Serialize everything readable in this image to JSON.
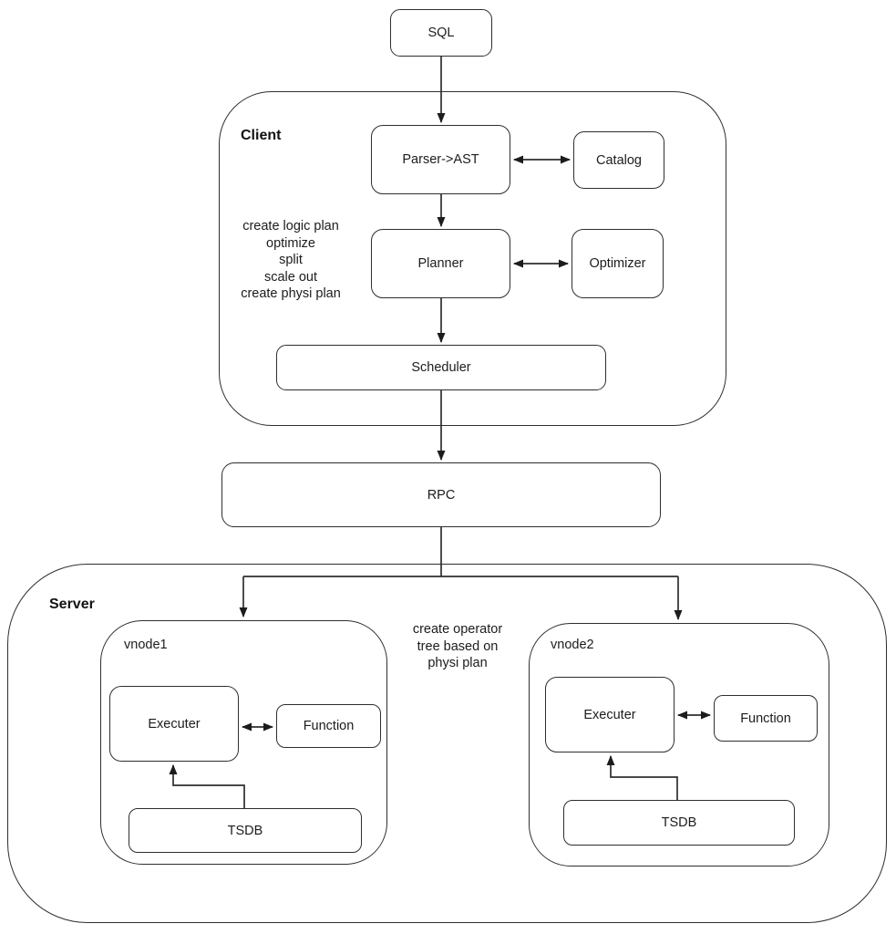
{
  "diagram": {
    "nodes": {
      "sql": "SQL",
      "parser": "Parser->AST",
      "catalog": "Catalog",
      "planner": "Planner",
      "optimizer": "Optimizer",
      "scheduler": "Scheduler",
      "rpc": "RPC",
      "vnode1_executer": "Executer",
      "vnode1_function": "Function",
      "vnode1_tsdb": "TSDB",
      "vnode2_executer": "Executer",
      "vnode2_function": "Function",
      "vnode2_tsdb": "TSDB"
    },
    "containers": {
      "client": "Client",
      "server": "Server",
      "vnode1": "vnode1",
      "vnode2": "vnode2"
    },
    "annotations": {
      "client_note": {
        "lines": [
          "create logic plan",
          "optimize",
          "split",
          "scale out",
          "create physi plan"
        ]
      },
      "server_note": {
        "lines": [
          "create operator",
          "tree based on",
          "physi plan"
        ]
      }
    },
    "colors": {
      "line": "#2e2e2e",
      "text": "#1c1c1c",
      "background": "#ffffff"
    }
  }
}
